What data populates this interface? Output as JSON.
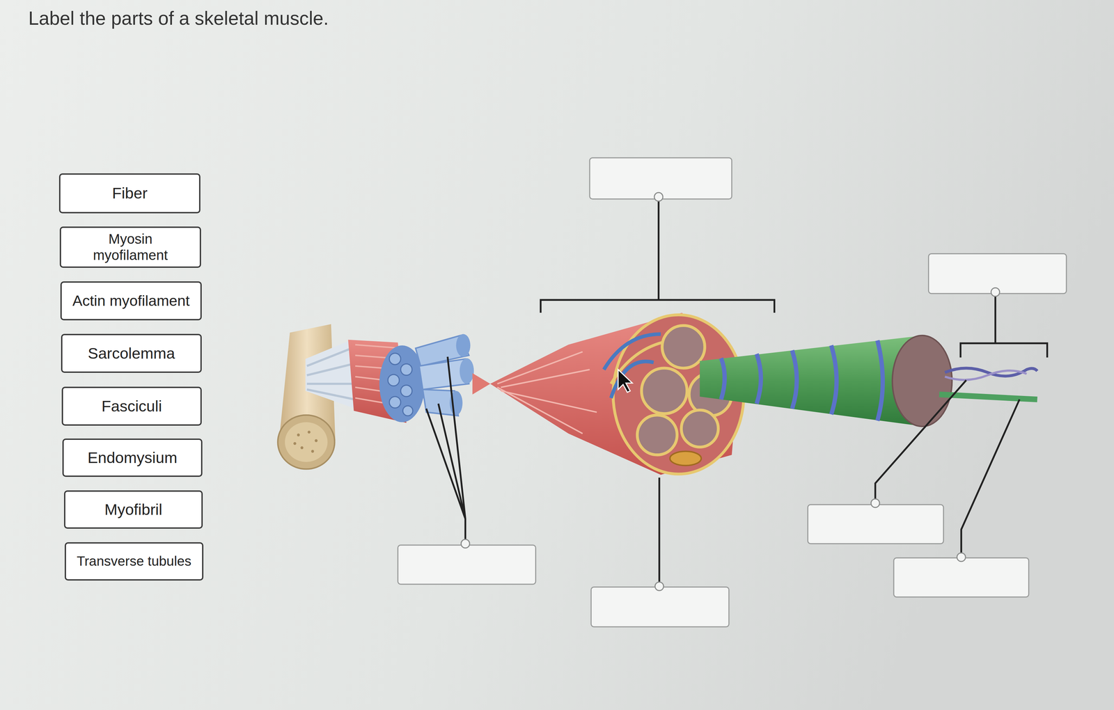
{
  "diagram": {
    "title": "Label the parts of a skeletal muscle.",
    "nodes": [
      {
        "text": [
          "Fiber"
        ]
      },
      {
        "text": [
          "Myosin myofilament"
        ]
      },
      {
        "text": [
          "Actin myofilament"
        ]
      },
      {
        "text": [
          "Sarcolemma"
        ]
      },
      {
        "text": [
          "Fasciculi"
        ]
      },
      {
        "text": [
          "Endomysium"
        ]
      },
      {
        "text": [
          "Myofibril"
        ]
      },
      {
        "text": [
          "Transverse tubules"
        ]
      }
    ]
  }
}
